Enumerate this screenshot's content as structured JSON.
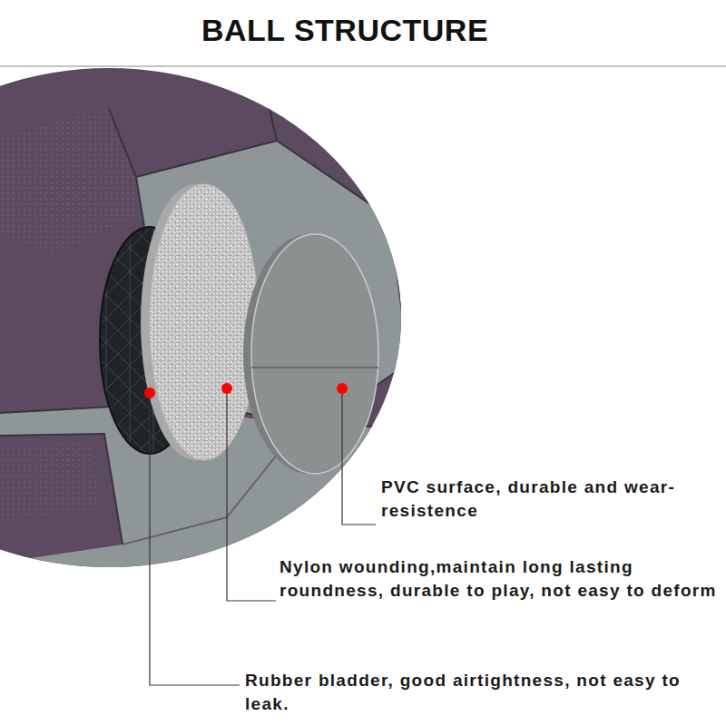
{
  "diagram": {
    "title": "BALL STRUCTURE",
    "labels": [
      "PVC surface, durable and wear-resistence",
      "Nylon wounding,maintain long lasting roundness, durable to play, not easy to deform",
      "Rubber bladder, good airtightness, not easy to leak."
    ]
  }
}
